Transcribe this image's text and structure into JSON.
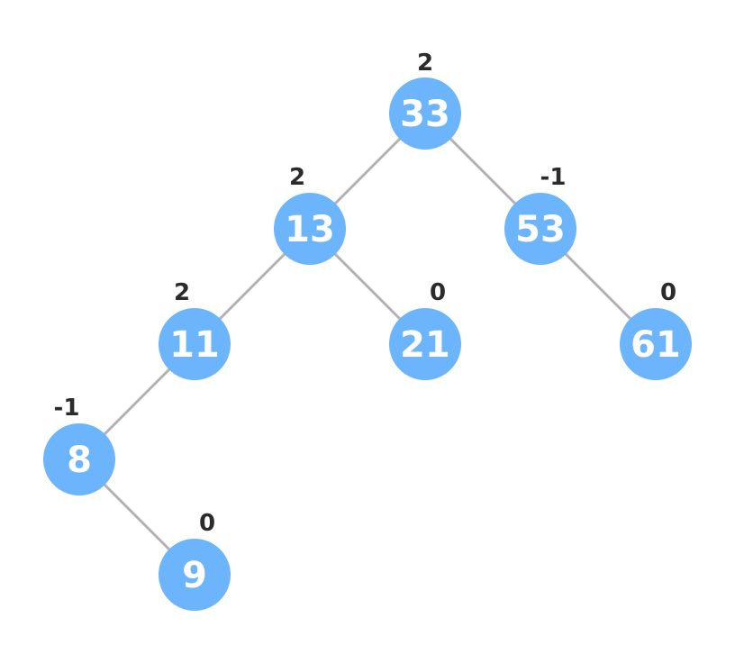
{
  "tree": {
    "nodes": [
      {
        "id": "n33",
        "value": "33",
        "balance": "2"
      },
      {
        "id": "n13",
        "value": "13",
        "balance": "2"
      },
      {
        "id": "n53",
        "value": "53",
        "balance": "-1"
      },
      {
        "id": "n11",
        "value": "11",
        "balance": "2"
      },
      {
        "id": "n21",
        "value": "21",
        "balance": "0"
      },
      {
        "id": "n61",
        "value": "61",
        "balance": "0"
      },
      {
        "id": "n8",
        "value": "8",
        "balance": "-1"
      },
      {
        "id": "n9",
        "value": "9",
        "balance": "0"
      }
    ],
    "edges": [
      {
        "from": "n33",
        "to": "n13"
      },
      {
        "from": "n33",
        "to": "n53"
      },
      {
        "from": "n13",
        "to": "n11"
      },
      {
        "from": "n13",
        "to": "n21"
      },
      {
        "from": "n53",
        "to": "n61"
      },
      {
        "from": "n11",
        "to": "n8"
      },
      {
        "from": "n8",
        "to": "n9"
      }
    ]
  },
  "colors": {
    "node_fill": "#6cb4fb",
    "node_text": "#ffffff",
    "edge": "#b3b3b3",
    "balance_text": "#2b2b2b"
  }
}
